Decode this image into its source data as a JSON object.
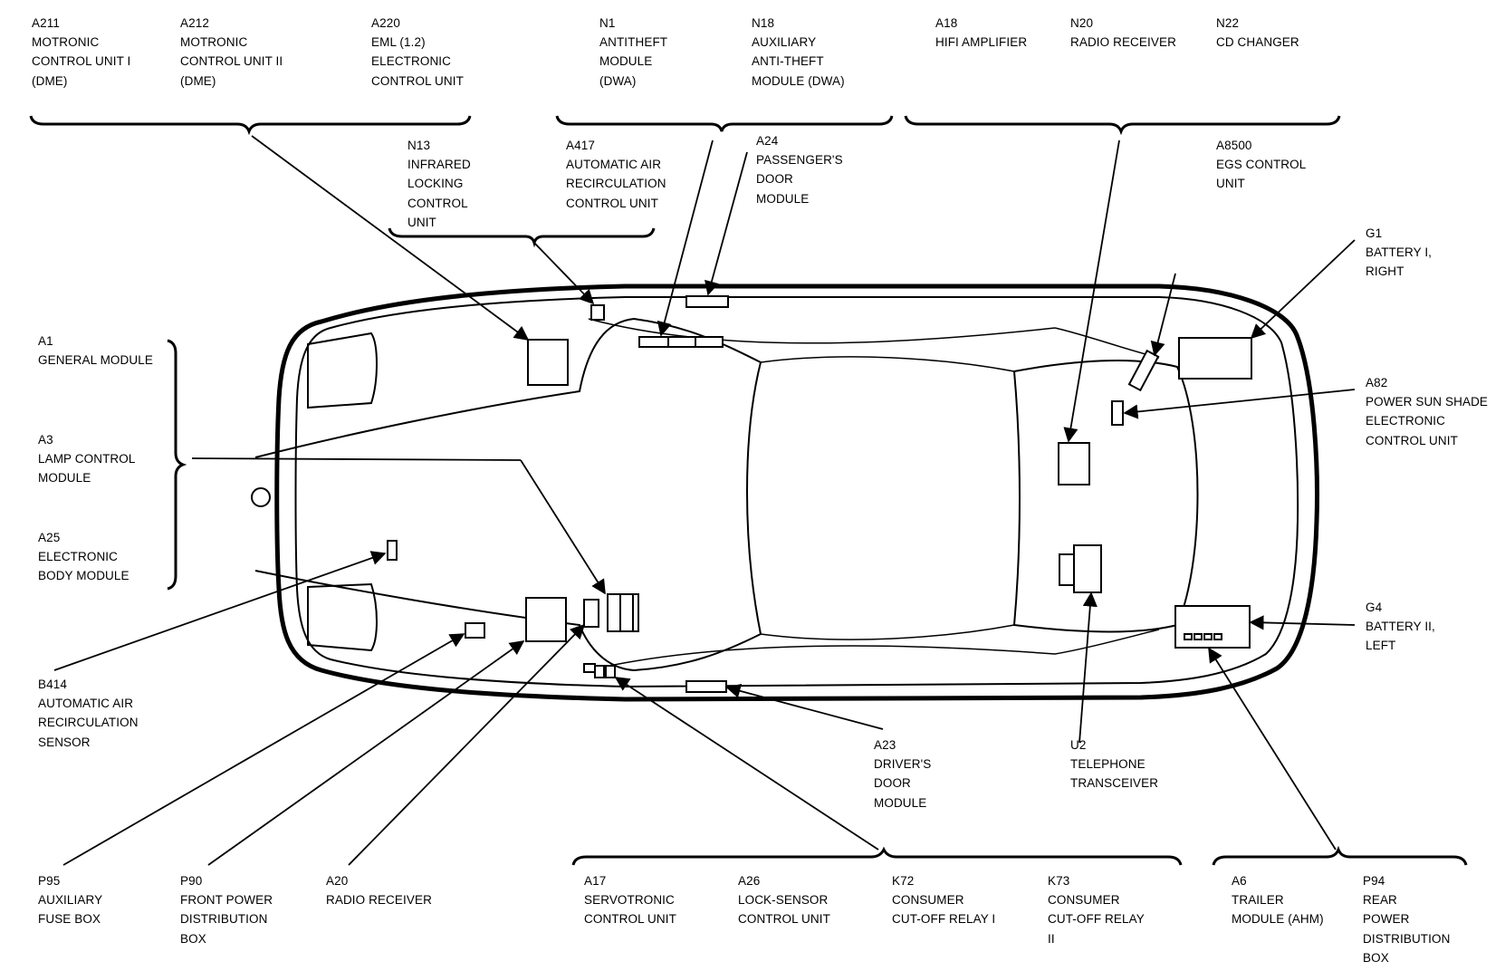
{
  "labels": {
    "a211": [
      "A211",
      "MOTRONIC",
      "CONTROL UNIT I",
      "(DME)"
    ],
    "a212": [
      "A212",
      "MOTRONIC",
      "CONTROL UNIT II",
      "(DME)"
    ],
    "a220": [
      "A220",
      "EML (1.2)",
      "ELECTRONIC",
      "CONTROL UNIT"
    ],
    "n1": [
      "N1",
      "ANTITHEFT",
      "MODULE",
      "(DWA)"
    ],
    "n18": [
      "N18",
      "AUXILIARY",
      "ANTI-THEFT",
      "MODULE (DWA)"
    ],
    "a18": [
      "A18",
      "HIFI AMPLIFIER"
    ],
    "n20": [
      "N20",
      "RADIO RECEIVER"
    ],
    "n22": [
      "N22",
      "CD CHANGER"
    ],
    "n13": [
      "N13",
      "INFRARED",
      "LOCKING",
      "CONTROL",
      "UNIT"
    ],
    "a417": [
      "A417",
      "AUTOMATIC AIR",
      "RECIRCULATION",
      "CONTROL UNIT"
    ],
    "a24": [
      "A24",
      "PASSENGER'S",
      "DOOR",
      "MODULE"
    ],
    "a8500": [
      "A8500",
      "EGS CONTROL",
      "UNIT"
    ],
    "g1": [
      "G1",
      "BATTERY I,",
      "RIGHT"
    ],
    "a1": [
      "A1",
      "GENERAL MODULE"
    ],
    "a3": [
      "A3",
      "LAMP CONTROL",
      "MODULE"
    ],
    "a25": [
      "A25",
      "ELECTRONIC",
      "BODY MODULE"
    ],
    "a82": [
      "A82",
      "POWER SUN SHADE",
      "ELECTRONIC",
      "CONTROL UNIT"
    ],
    "g4": [
      "G4",
      "BATTERY II,",
      "LEFT"
    ],
    "b414": [
      "B414",
      "AUTOMATIC AIR",
      "RECIRCULATION",
      "SENSOR"
    ],
    "a23": [
      "A23",
      "DRIVER'S",
      "DOOR",
      "MODULE"
    ],
    "u2": [
      "U2",
      "TELEPHONE",
      "TRANSCEIVER"
    ],
    "p95": [
      "P95",
      "AUXILIARY",
      "FUSE BOX"
    ],
    "p90": [
      "P90",
      "FRONT POWER",
      "DISTRIBUTION",
      "BOX"
    ],
    "a20": [
      "A20",
      "RADIO RECEIVER"
    ],
    "a17": [
      "A17",
      "SERVOTRONIC",
      "CONTROL UNIT"
    ],
    "a26": [
      "A26",
      "LOCK-SENSOR",
      "CONTROL UNIT"
    ],
    "k72": [
      "K72",
      "CONSUMER",
      "CUT-OFF RELAY I"
    ],
    "k73": [
      "K73",
      "CONSUMER",
      "CUT-OFF RELAY",
      "II"
    ],
    "a6": [
      "A6",
      "TRAILER",
      "MODULE (AHM)"
    ],
    "p94": [
      "P94",
      "REAR",
      "POWER",
      "DISTRIBUTION",
      "BOX"
    ]
  }
}
